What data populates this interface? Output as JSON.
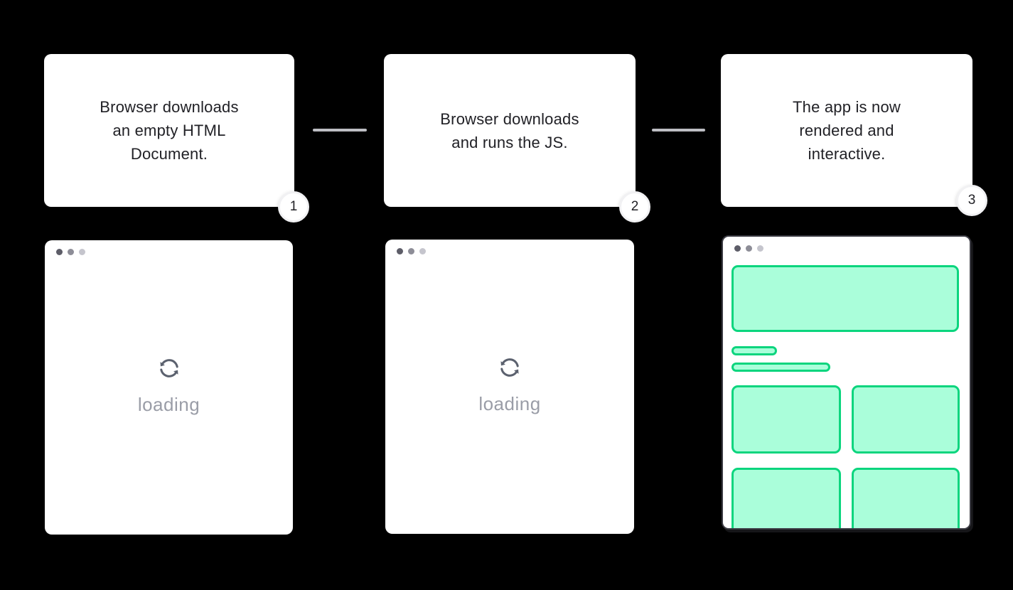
{
  "steps": [
    {
      "number": "1",
      "lines": [
        "Browser downloads",
        "an empty HTML",
        "Document."
      ]
    },
    {
      "number": "2",
      "lines": [
        "Browser downloads",
        "and runs the JS."
      ]
    },
    {
      "number": "3",
      "lines": [
        "The app is now",
        "rendered and",
        "interactive."
      ]
    }
  ],
  "browsers": [
    {
      "type": "loading",
      "icon": "sync-icon",
      "label": "loading"
    },
    {
      "type": "loading",
      "icon": "sync-icon",
      "label": "loading"
    },
    {
      "type": "rendered-app",
      "blocks": [
        "hero-banner",
        "text-pill-short",
        "text-pill-long",
        "grid-card",
        "grid-card",
        "grid-card",
        "grid-card"
      ]
    }
  ],
  "colors": {
    "canvas-bg": "#000000",
    "card-bg": "#ffffff",
    "text-dark": "#212126",
    "text-muted": "#9a9da7",
    "connector": "#bdbec4",
    "window-border": "#3b3b43",
    "accent-green": "#0bd57e",
    "accent-green-fill": "#aafeda",
    "dot-1": "#5d5d68",
    "dot-2": "#8d8d97",
    "dot-3": "#c5c5cd"
  }
}
